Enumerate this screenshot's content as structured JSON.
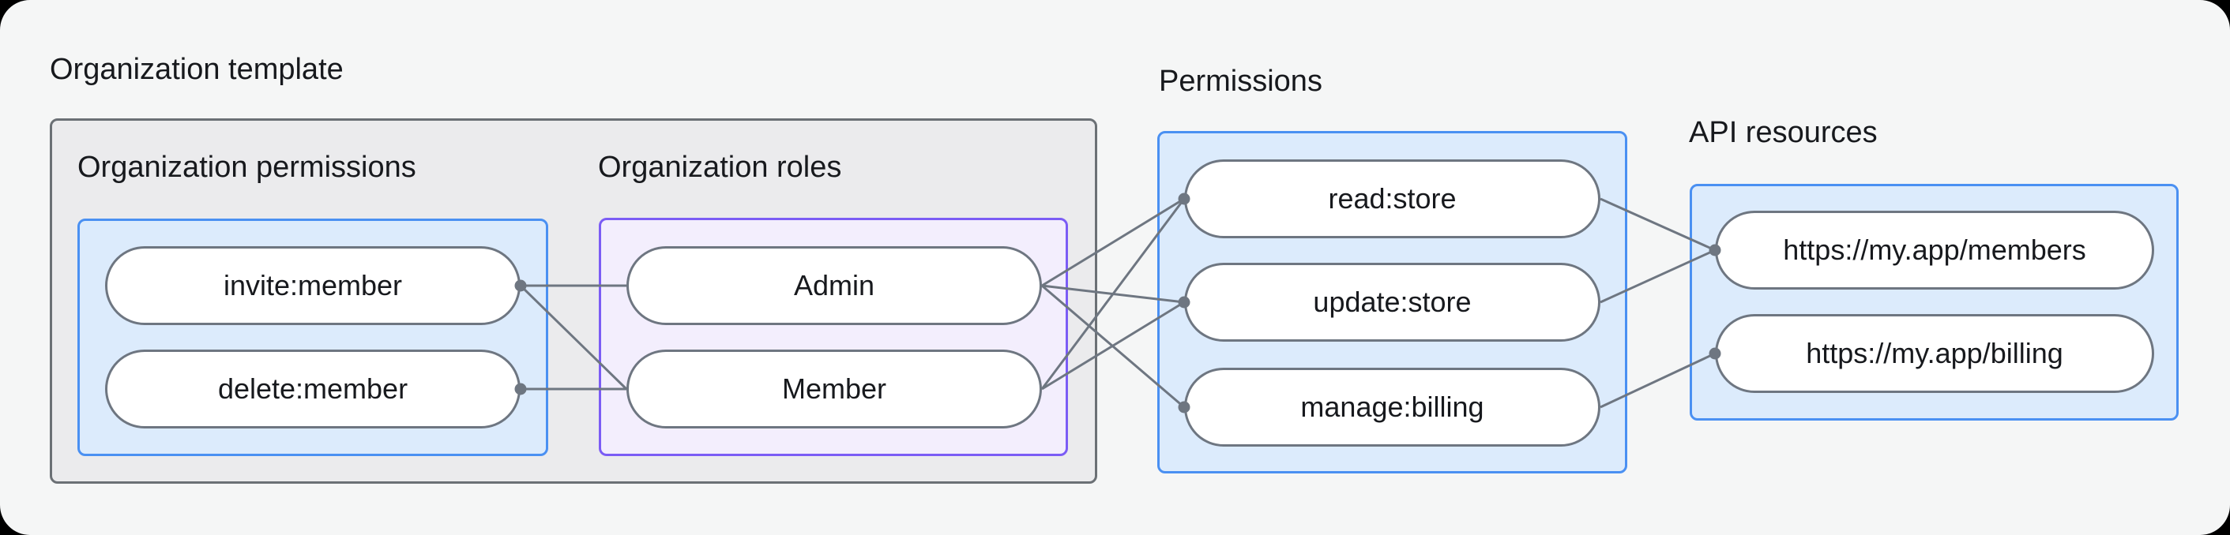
{
  "groups": {
    "template": {
      "label": "Organization template",
      "fill": "#ebebed",
      "border": "#6b7075"
    },
    "org_permissions": {
      "label": "Organization permissions",
      "fill": "#dcebfc",
      "border": "#4a90f2"
    },
    "org_roles": {
      "label": "Organization roles",
      "fill": "#f3eefd",
      "border": "#7b5cf5"
    },
    "permissions": {
      "label": "Permissions",
      "fill": "#dcebfc",
      "border": "#4a90f2"
    },
    "api_resources": {
      "label": "API resources",
      "fill": "#dcebfc",
      "border": "#4a90f2"
    }
  },
  "nodes": {
    "invite_member": {
      "label": "invite:member",
      "group": "org_permissions"
    },
    "delete_member": {
      "label": "delete:member",
      "group": "org_permissions"
    },
    "admin": {
      "label": "Admin",
      "group": "org_roles"
    },
    "member": {
      "label": "Member",
      "group": "org_roles"
    },
    "read_store": {
      "label": "read:store",
      "group": "permissions"
    },
    "update_store": {
      "label": "update:store",
      "group": "permissions"
    },
    "manage_billing": {
      "label": "manage:billing",
      "group": "permissions"
    },
    "members_api": {
      "label": "https://my.app/members",
      "group": "api_resources"
    },
    "billing_api": {
      "label": "https://my.app/billing",
      "group": "api_resources"
    }
  },
  "edges": [
    {
      "from": "invite_member",
      "to": "admin"
    },
    {
      "from": "invite_member",
      "to": "member"
    },
    {
      "from": "delete_member",
      "to": "member"
    },
    {
      "from": "admin",
      "to": "read_store"
    },
    {
      "from": "admin",
      "to": "update_store"
    },
    {
      "from": "admin",
      "to": "manage_billing"
    },
    {
      "from": "member",
      "to": "read_store"
    },
    {
      "from": "member",
      "to": "update_store"
    },
    {
      "from": "read_store",
      "to": "members_api"
    },
    {
      "from": "update_store",
      "to": "members_api"
    },
    {
      "from": "manage_billing",
      "to": "billing_api"
    }
  ],
  "style": {
    "page_background": "#f5f6f6",
    "line_color": "#6e7681",
    "pill_border": "#6e7681",
    "pill_fill": "#ffffff",
    "text_color": "#17191d"
  }
}
